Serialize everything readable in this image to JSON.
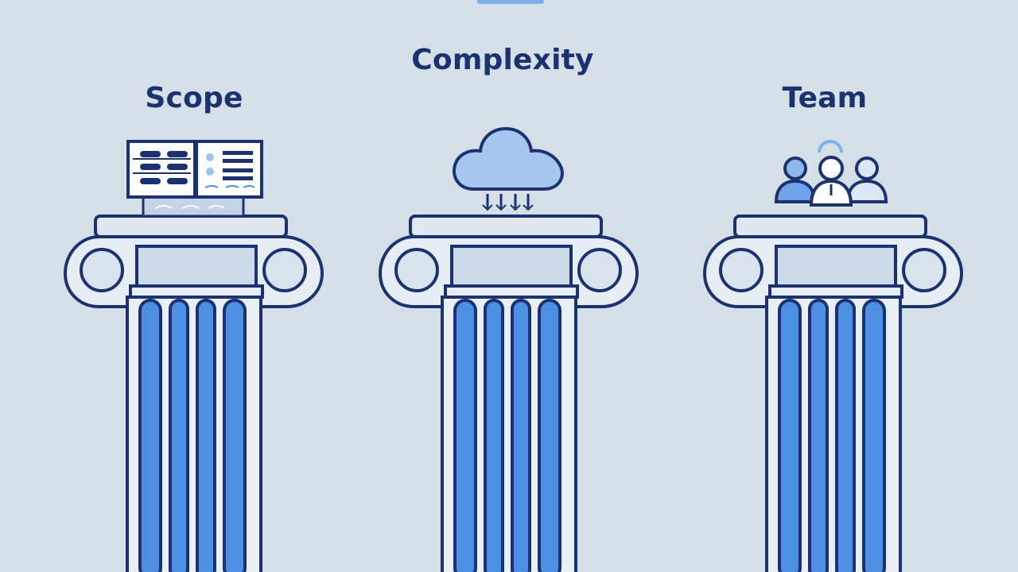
{
  "pillars": [
    {
      "label": "Scope",
      "icon": "server-rack-icon"
    },
    {
      "label": "Complexity",
      "icon": "cloud-icon"
    },
    {
      "label": "Team",
      "icon": "team-icon"
    }
  ]
}
